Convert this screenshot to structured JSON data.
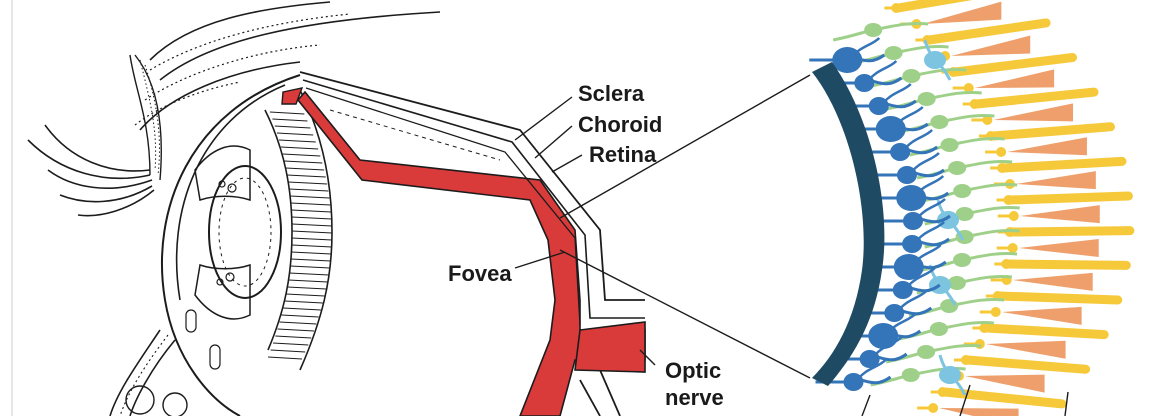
{
  "labels": {
    "sclera": "Sclera",
    "choroid": "Choroid",
    "retina": "Retina",
    "fovea": "Fovea",
    "optic_nerve_line1": "Optic",
    "optic_nerve_line2": "nerve"
  },
  "colors": {
    "retina_red": "#d93a3a",
    "ganglion_blue": "#3474b8",
    "amacrine_lightblue": "#7cc4e0",
    "bipolar_green": "#9fd08a",
    "rod_yellow": "#f5c93a",
    "cone_orange": "#ee9f6b",
    "wall_navy": "#1f4a63",
    "outline": "#1c1c1c"
  }
}
